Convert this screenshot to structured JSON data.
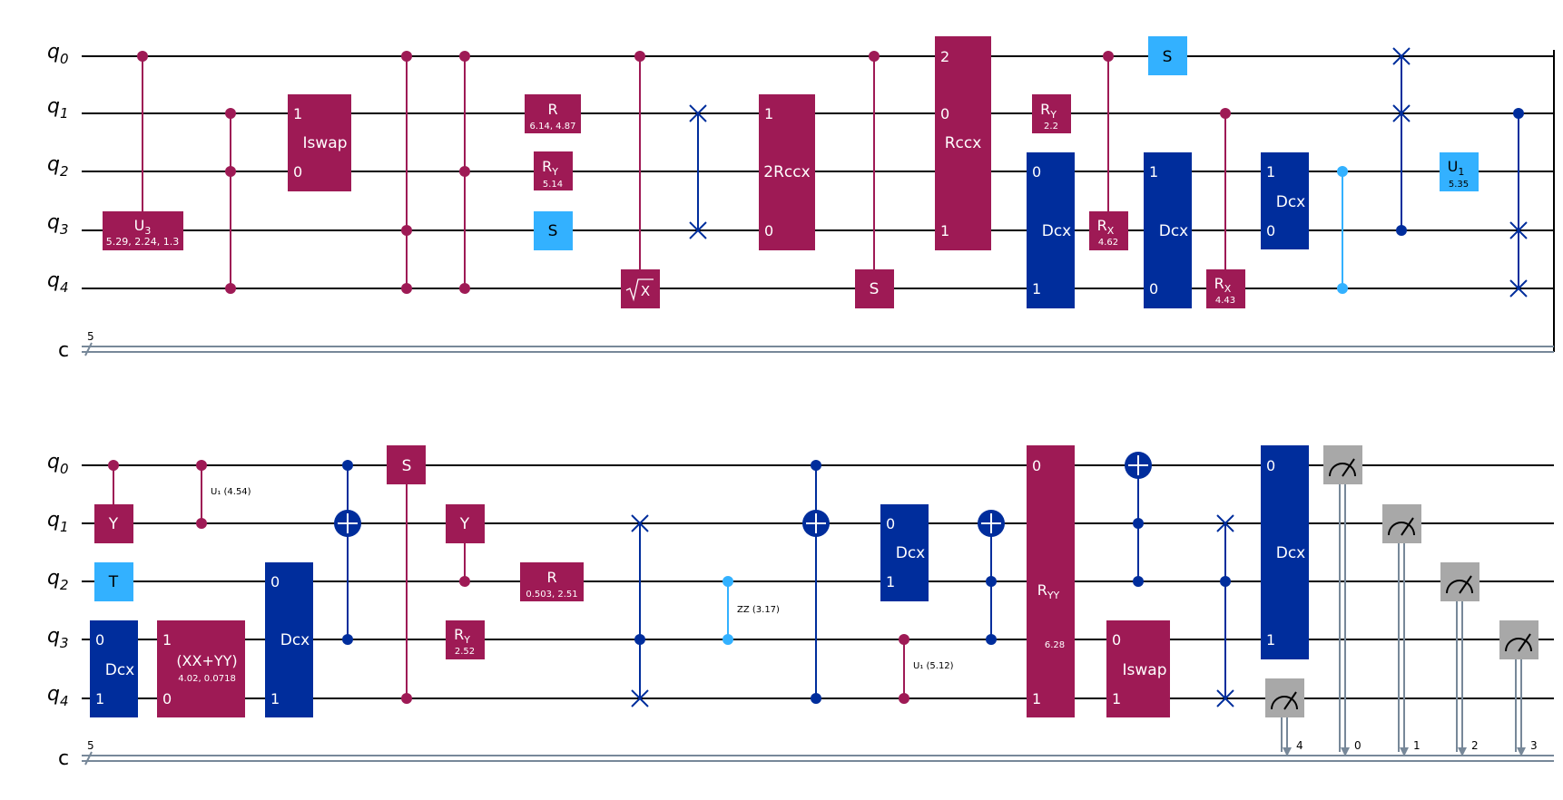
{
  "colors": {
    "magenta": "#9e1a55",
    "navy": "#002d9c",
    "light_blue": "#33b1ff",
    "gray": "#a8a8a8",
    "wire": "#000000",
    "classical_wire": "#778899"
  },
  "register_labels": {
    "q0": {
      "base": "q",
      "sub": "0"
    },
    "q1": {
      "base": "q",
      "sub": "1"
    },
    "q2": {
      "base": "q",
      "sub": "2"
    },
    "q3": {
      "base": "q",
      "sub": "3"
    },
    "q4": {
      "base": "q",
      "sub": "4"
    },
    "c": "c",
    "c_width": "5"
  },
  "row1": {
    "u3": {
      "base": "U",
      "sub": "3",
      "params": "5.29, 2.24, 1.3"
    },
    "iswap": {
      "label": "Iswap",
      "pin_a": "1",
      "pin_b": "0"
    },
    "r": {
      "label": "R",
      "params": "6.14, 4.87"
    },
    "ry_a": {
      "base": "R",
      "sub": "Y",
      "params": "5.14"
    },
    "s_q3": "S",
    "sqrtx": "X",
    "rccx2": {
      "label": "2Rccx",
      "pin_a": "1",
      "pin_b": "0"
    },
    "s_q4": "S",
    "rccx": {
      "label": "Rccx",
      "pin_a": "2",
      "pin_b": "0",
      "pin_c": "1"
    },
    "ry_b": {
      "base": "R",
      "sub": "Y",
      "params": "2.2"
    },
    "dcx_a": {
      "label": "Dcx",
      "pin_a": "0",
      "pin_b": "1"
    },
    "rx_a": {
      "base": "R",
      "sub": "X",
      "params": "4.62"
    },
    "s_q0": "S",
    "dcx_b": {
      "label": "Dcx",
      "pin_a": "1",
      "pin_b": "0"
    },
    "rx_b": {
      "base": "R",
      "sub": "X",
      "params": "4.43"
    },
    "dcx_c": {
      "label": "Dcx",
      "pin_a": "1",
      "pin_b": "0"
    },
    "u1": {
      "base": "U",
      "sub": "1",
      "params": "5.35"
    }
  },
  "row2": {
    "y_a": "Y",
    "t": "T",
    "dcx_a": {
      "label": "Dcx",
      "pin_a": "0",
      "pin_b": "1"
    },
    "cu1_a": "U₁ (4.54)",
    "xxyy": {
      "label": "(XX+YY)",
      "params": "4.02, 0.0718",
      "pin_a": "1",
      "pin_b": "0"
    },
    "dcx_b": {
      "label": "Dcx",
      "pin_a": "0",
      "pin_b": "1"
    },
    "s": "S",
    "y_b": "Y",
    "ry": {
      "base": "R",
      "sub": "Y",
      "params": "2.52"
    },
    "r": {
      "label": "R",
      "params": "0.503, 2.51"
    },
    "zz": "ZZ (3.17)",
    "dcx_c": {
      "label": "Dcx",
      "pin_a": "0",
      "pin_b": "1"
    },
    "cu1_b": "U₁ (5.12)",
    "ryy": {
      "base": "R",
      "sub": "YY",
      "params": "6.28",
      "pin_a": "0",
      "pin_b": "1"
    },
    "iswap": {
      "label": "Iswap",
      "pin_a": "0",
      "pin_b": "1"
    },
    "dcx_d": {
      "label": "Dcx",
      "pin_a": "0",
      "pin_b": "1"
    },
    "measure_bits": [
      "4",
      "0",
      "1",
      "2",
      "3"
    ]
  }
}
